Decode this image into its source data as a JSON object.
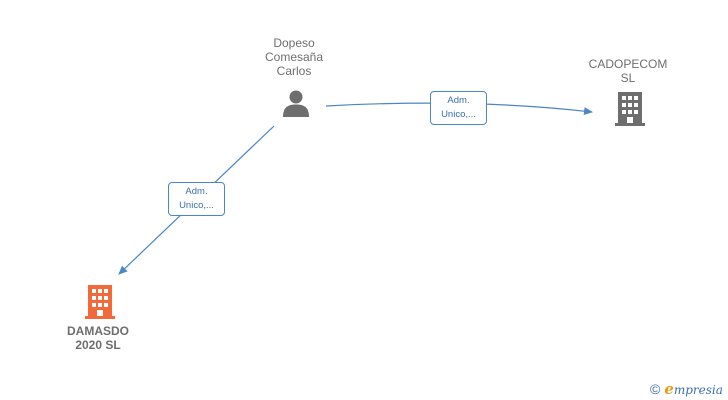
{
  "nodes": {
    "person": {
      "label": "Dopeso\nComesaña\nCarlos",
      "icon": "person-icon",
      "color": "#6e6e6e"
    },
    "company_cadopecom": {
      "label": "CADOPECOM\nSL",
      "icon": "building-icon",
      "color": "#6e6e6e"
    },
    "company_damasdo": {
      "label": "DAMASDO\n2020  SL",
      "icon": "building-icon",
      "color": "#f26a3a"
    }
  },
  "edges": {
    "to_cadopecom": {
      "line1": "Adm.",
      "line2": "Unico,..."
    },
    "to_damasdo": {
      "line1": "Adm.",
      "line2": "Unico,..."
    }
  },
  "colors": {
    "edge": "#4a86c8",
    "label_text": "#6e6e6e"
  },
  "footer": {
    "copyright": "©",
    "brand_initial": "e",
    "brand_rest": "mpresia"
  }
}
